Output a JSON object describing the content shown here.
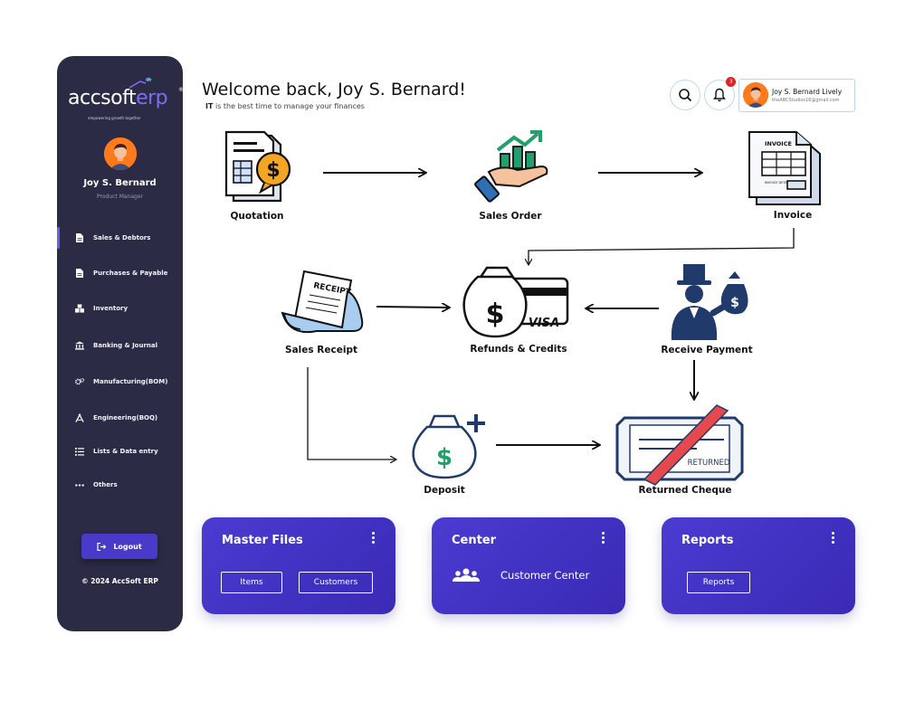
{
  "sidebar": {
    "logo": {
      "word_a": "accsoft",
      "word_b": "erp",
      "tagline": "empowering growth together",
      "reg": "®"
    },
    "user": {
      "name": "Joy S. Bernard",
      "role": "Product Manager"
    },
    "items": [
      {
        "label": "Sales & Debtors",
        "icon": "document-icon"
      },
      {
        "label": "Purchases & Payable",
        "icon": "document-icon"
      },
      {
        "label": "Inventory",
        "icon": "boxes-icon"
      },
      {
        "label": "Banking & Journal",
        "icon": "bank-icon"
      },
      {
        "label": "Manufacturing(BOM)",
        "icon": "gears-icon"
      },
      {
        "label": "Engineering(BOQ)",
        "icon": "compass-icon"
      },
      {
        "label": "Lists & Data entry",
        "icon": "list-icon"
      },
      {
        "label": "Others",
        "icon": "more-dots-icon"
      }
    ],
    "logout_label": "Logout",
    "copyright": "© 2024 AccSoft ERP"
  },
  "header": {
    "welcome": "Welcome back, Joy S. Bernard!",
    "subtitle_bold": "IT",
    "subtitle_rest": " is the best time to manage your finances",
    "notification_count": "3",
    "profile": {
      "name": "Joy S. Bernard Lively",
      "email": "theABCStudios16@gmail.com"
    }
  },
  "flow": {
    "quotation": "Quotation",
    "sales_order": "Sales Order",
    "invoice": "Invoice",
    "sales_receipt": "Sales Receipt",
    "refunds_credits": "Refunds & Credits",
    "receive_payment": "Receive Payment",
    "deposit": "Deposit",
    "returned_cheque": "Returned Cheque",
    "invoice_doc_text": "INVOICE",
    "invoice_doc_sub": "INVOICE DETAILS",
    "receipt_doc_text": "RECEIPT",
    "visa_text": "VISA",
    "returned_stamp": "RETURNED"
  },
  "cards": {
    "master_files": {
      "title": "Master Files",
      "buttons": [
        "Items",
        "Customers"
      ]
    },
    "center": {
      "title": "Center",
      "row_label": "Customer Center"
    },
    "reports": {
      "title": "Reports",
      "buttons": [
        "Reports"
      ]
    }
  },
  "colors": {
    "sidebar_bg": "#2c2b45",
    "accent": "#4b3bd1",
    "badge": "#e02424",
    "money_green": "#22a06b",
    "navy": "#1f3a6b"
  }
}
